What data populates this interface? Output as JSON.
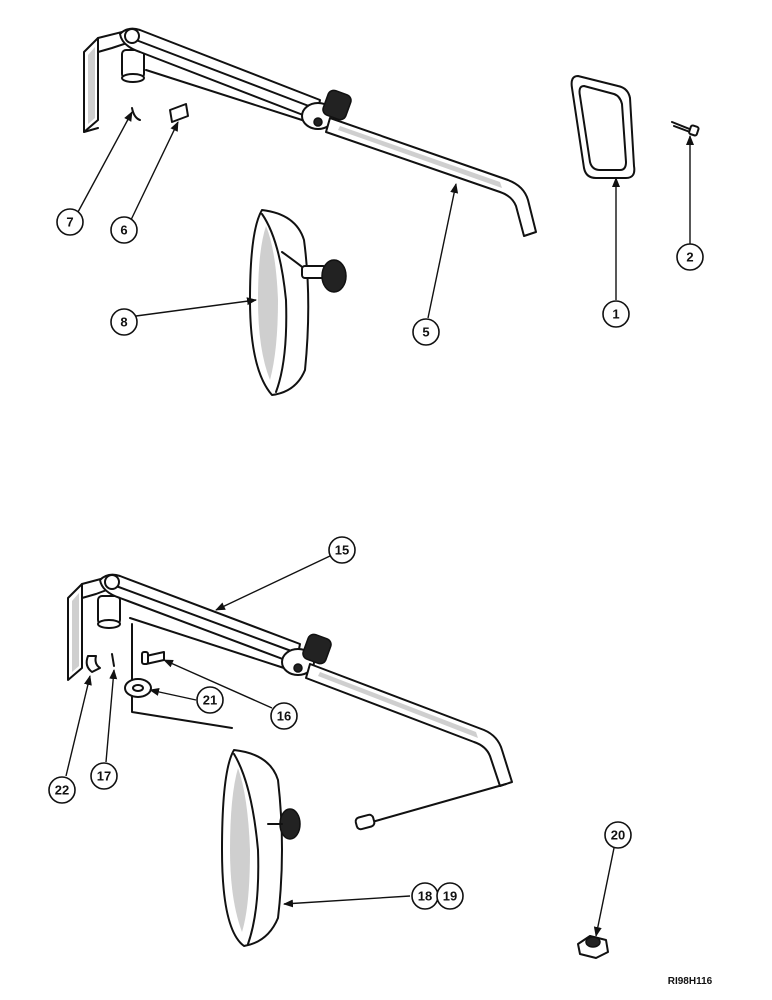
{
  "callouts": {
    "c1": "1",
    "c2": "2",
    "c5": "5",
    "c6": "6",
    "c7": "7",
    "c8": "8",
    "c15": "15",
    "c16": "16",
    "c17": "17",
    "c18": "18",
    "c19": "19",
    "c20": "20",
    "c21": "21",
    "c22": "22"
  },
  "reference_code": "RI98H116"
}
